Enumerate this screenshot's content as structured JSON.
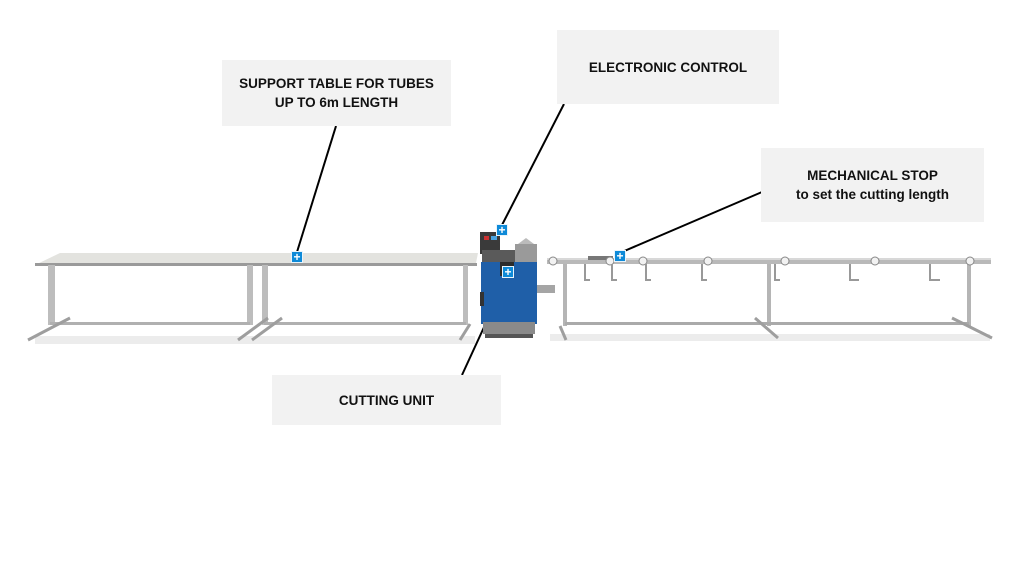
{
  "labels": {
    "support_table": {
      "line1": "SUPPORT TABLE FOR TUBES",
      "line2": "UP TO 6m LENGTH"
    },
    "electronic_control": {
      "line1": "ELECTRONIC CONTROL"
    },
    "mechanical_stop": {
      "line1": "MECHANICAL STOP",
      "line2": "to set the cutting length"
    },
    "cutting_unit": {
      "line1": "CUTTING UNIT"
    }
  },
  "hotspots": {
    "support_table": "+",
    "electronic_control": "+",
    "cutting_unit": "+",
    "mechanical_stop": "+"
  },
  "colors": {
    "hotspot": "#0e8ad8",
    "label_bg": "#f2f2f2",
    "machine_blue": "#1f5fa8"
  }
}
